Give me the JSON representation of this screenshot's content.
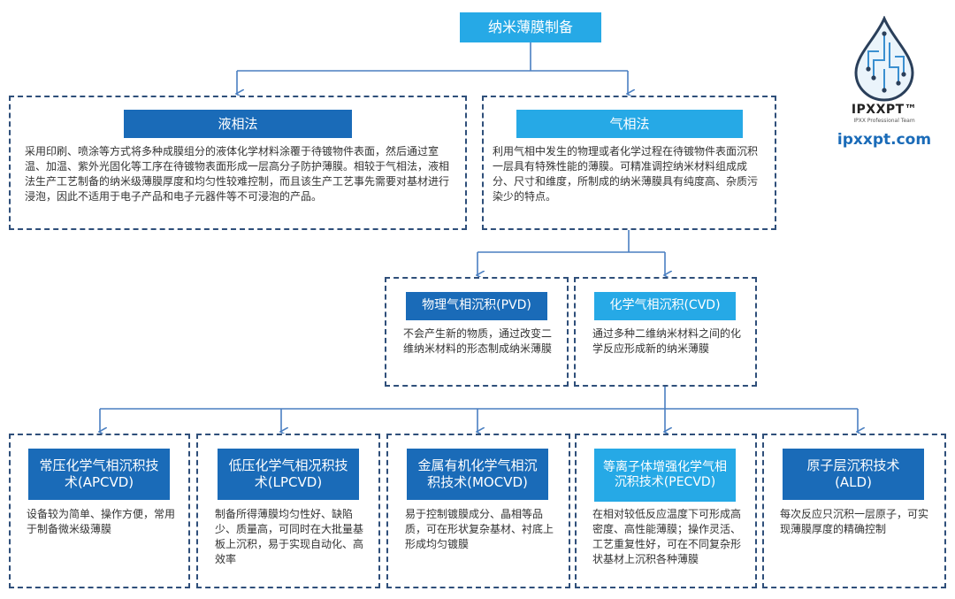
{
  "root": "纳米薄膜制备",
  "liquid": {
    "title": "液相法",
    "desc": "采用印刷、喷涂等方式将多种成膜组分的液体化学材料涂覆于待镀物件表面，然后通过室温、加温、紫外光固化等工序在待镀物表面形成一层高分子防护薄膜。相较于气相法，液相法生产工艺制备的纳米级薄膜厚度和均匀性较难控制，而且该生产工艺事先需要对基材进行浸泡，因此不适用于电子产品和电子元器件等不可浸泡的产品。"
  },
  "gas": {
    "title": "气相法",
    "desc": "利用气相中发生的物理或者化学过程在待镀物件表面沉积一层具有特殊性能的薄膜。可精准调控纳米材料组成成分、尺寸和维度，所制成的纳米薄膜具有纯度高、杂质污染少的特点。"
  },
  "pvd": {
    "title": "物理气相沉积(PVD)",
    "desc": "不会产生新的物质，通过改变二维纳米材料的形态制成纳米薄膜"
  },
  "cvd": {
    "title": "化学气相沉积(CVD)",
    "desc": "通过多种二维纳米材料之间的化学反应形成新的纳米薄膜"
  },
  "techniques": [
    {
      "title": "常压化学气相沉积技术(APCVD)",
      "desc": "设备较为简单、操作方便，常用于制备微米级薄膜"
    },
    {
      "title": "低压化学气相况积技术(LPCVD)",
      "desc": "制备所得薄膜均匀性好、缺陷少、质量高，可同时在大批量基板上沉积，易于实现自动化、高效率"
    },
    {
      "title": "金属有机化学气相沉积技术(MOCVD)",
      "desc": "易于控制镀膜成分、晶相等品质，可在形状复杂基材、衬底上形成均匀镀膜"
    },
    {
      "title": "等离子体增强化学气相沉积技术(PECVD)",
      "desc": "在相对较低反应温度下可形成高密度、高性能薄膜；操作灵活、工艺重复性好，可在不同复杂形状基材上沉积各种薄膜"
    },
    {
      "title": "原子层沉积技术(ALD)",
      "desc": "每次反应只沉积一层原子，可实现薄膜厚度的精确控制"
    }
  ],
  "logo": {
    "brand": "IPXXPT™",
    "subtitle": "IPXX Professional Team",
    "url": "ipxxpt.com"
  },
  "colors": {
    "dark_title": "#1a6bb8",
    "light_title": "#26a9e6",
    "connector": "#4a7fc1",
    "border": "#2f4f7a"
  }
}
